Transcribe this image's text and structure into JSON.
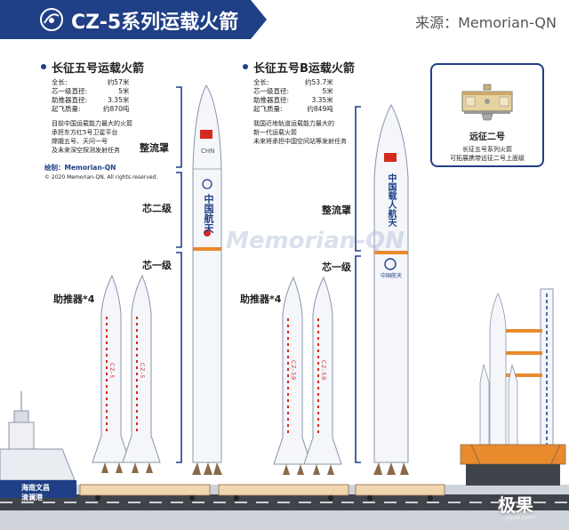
{
  "header": {
    "title": "CZ-5系列运载火箭",
    "source": "来源：Memorian-QN"
  },
  "rocket_a": {
    "title": "长征五号运载火箭",
    "specs": [
      {
        "key": "全长:",
        "value": "约57米"
      },
      {
        "key": "芯一级直径:",
        "value": "5米"
      },
      {
        "key": "助推器直径:",
        "value": "3.35米"
      },
      {
        "key": "起飞质量:",
        "value": "约870吨"
      }
    ],
    "description": [
      "目前中国运载能力最大的火箭",
      "承担东方红5号卫星平台",
      "嫦娥五号、天问一号",
      "及未来深空探测发射任务"
    ],
    "credit": "绘制：Memorian-QN",
    "copyright": "© 2020 Memorian-QN. All rights reserved.",
    "country_mark": "CHN",
    "body_text": "中国航天",
    "booster_mark": "CZ-5",
    "labels": {
      "fairing": "整流罩",
      "core2": "芯二级",
      "core1": "芯一级",
      "boosters": "助推器*4"
    }
  },
  "rocket_b": {
    "title": "长征五号B运载火箭",
    "specs": [
      {
        "key": "全长:",
        "value": "约53.7米"
      },
      {
        "key": "芯一级直径:",
        "value": "5米"
      },
      {
        "key": "助推器直径:",
        "value": "3.35米"
      },
      {
        "key": "起飞质量:",
        "value": "约849吨"
      }
    ],
    "description": [
      "我国近地轨道运载能力最大的",
      "新一代运载火箭",
      "未来将承担中国空间站等发射任务"
    ],
    "body_text": "中国载人航天",
    "emblem_text": "中国航天",
    "booster_mark": "CZ-5B",
    "labels": {
      "fairing": "整流罩",
      "core1": "芯一级",
      "boosters": "助推器*4"
    }
  },
  "upper_stage_panel": {
    "title": "远征二号",
    "note": [
      "长征五号系列火箭",
      "可拓展携带远征二号上面级"
    ]
  },
  "ship": {
    "name": "海南文昌",
    "port": "清澜港"
  },
  "watermark": "Memorian-QN",
  "corner_logo": {
    "text": "极果",
    "sub": "jiguo.com"
  },
  "colors": {
    "navy": "#1f3f86",
    "orange": "#e98a2c",
    "red": "#d52b1e",
    "rocket_white": "#f4f6fa"
  }
}
